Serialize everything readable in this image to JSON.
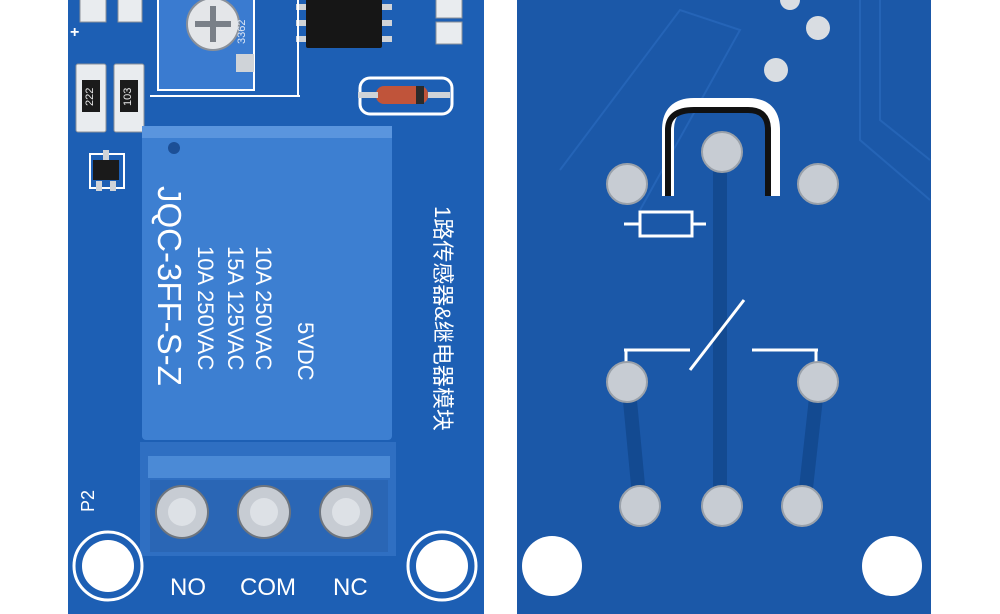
{
  "colors": {
    "pcb_blue": "#1d5fb4",
    "pcb_blue_dark": "#164a93",
    "relay_blue": "#3d7fd1",
    "terminal_blue": "#2f6fc2",
    "silkscreen": "#ffffff",
    "pad_silver": "#c7ccd3"
  },
  "front_board": {
    "relay_lines": [
      "JQC-3FF-S-Z",
      "10A 250VAC",
      "15A 125VAC",
      "10A 250VAC",
      "5VDC"
    ],
    "module_label": "1路传感器&继电器模块",
    "connector_label": "P2",
    "plus_mark": "+",
    "resistor_codes": [
      "222",
      "103"
    ],
    "pot_code": "3362",
    "terminals": [
      "NO",
      "COM",
      "NC"
    ]
  }
}
